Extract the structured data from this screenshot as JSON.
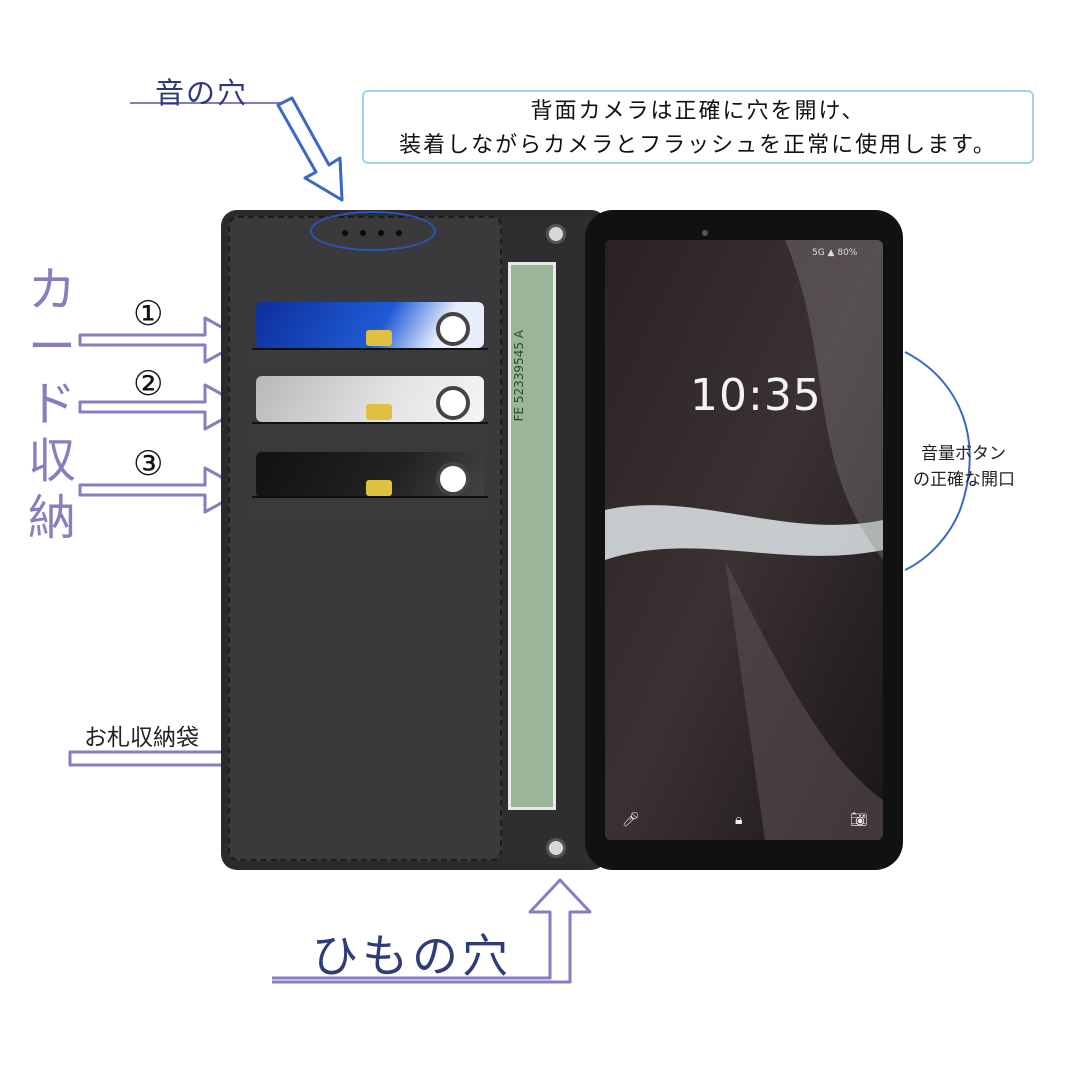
{
  "labels": {
    "sound_hole": "音の穴",
    "card_storage": "カード収納",
    "card_1": "①",
    "card_2": "②",
    "card_3": "③",
    "bill_pocket": "お札収納袋",
    "strap_hole": "ひもの穴",
    "volume_line1": "音量ボタン",
    "volume_line2": "の正確な開口"
  },
  "infobox": {
    "line1": "背面カメラは正確に穴を開け、",
    "line2": "装着しながらカメラとフラッシュを正常に使用します。"
  },
  "phone": {
    "clock": "10:35",
    "status": "5G ▲ 80%"
  },
  "bill": {
    "serial": "FE 52339545 A"
  },
  "colors": {
    "arrow_purple": "#8b7bbf",
    "arrow_blue": "#3b67c9",
    "label_navy": "#2d3a78",
    "box_border": "#9fd3ee"
  },
  "icons": [
    "mic-icon",
    "lock-icon",
    "camera-icon"
  ]
}
